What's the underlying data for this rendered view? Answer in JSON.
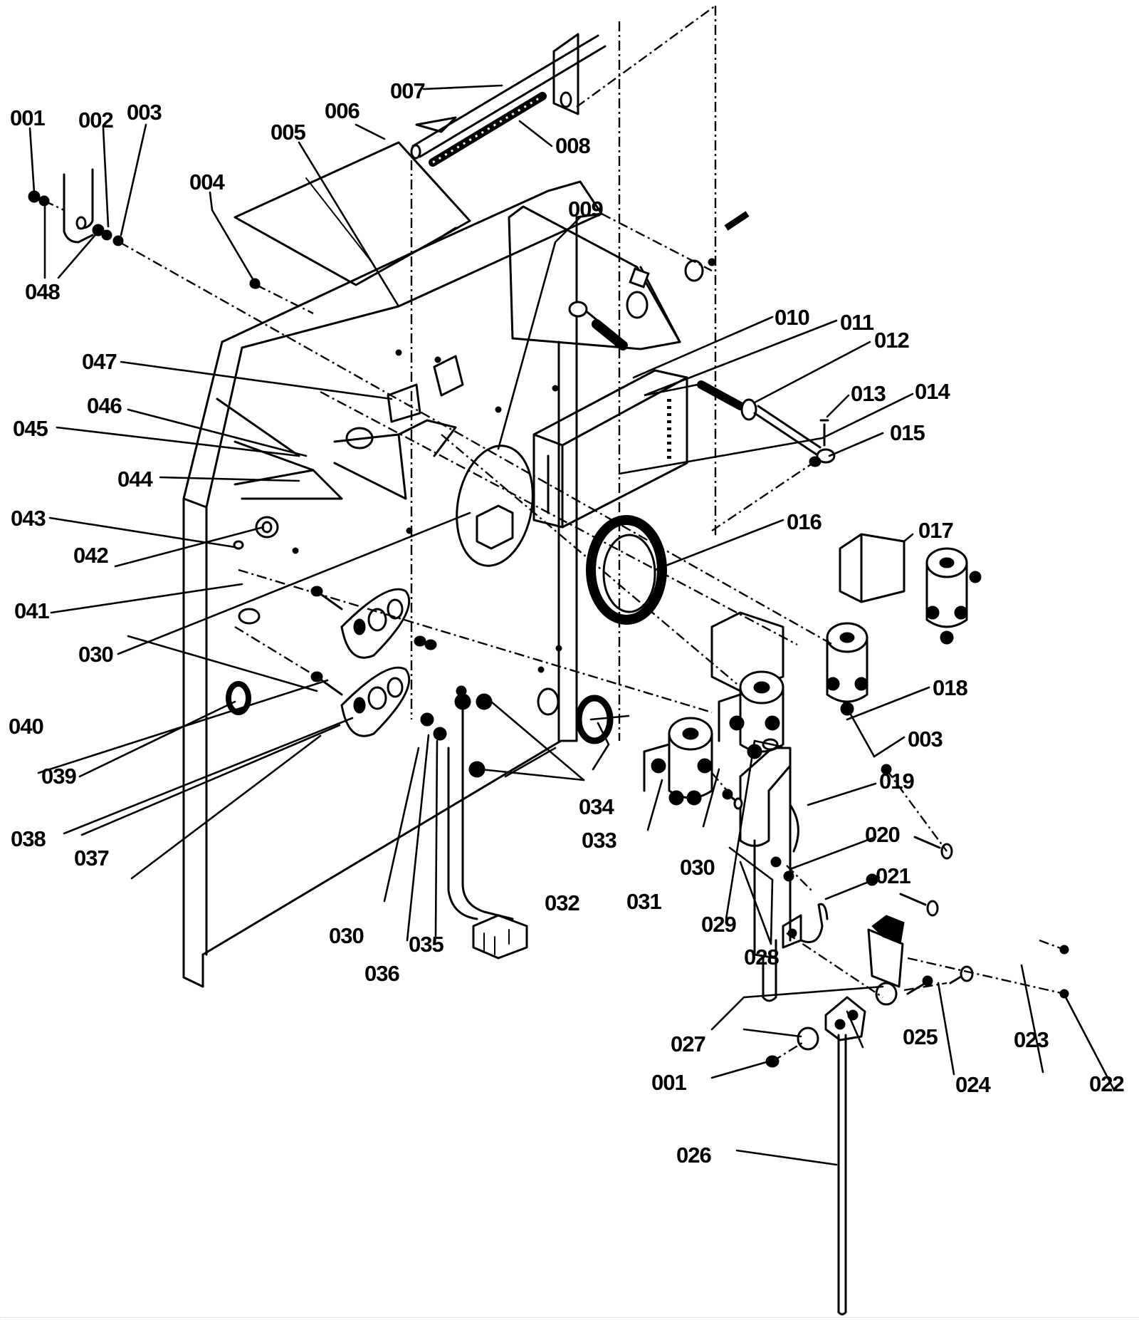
{
  "diagram": {
    "type": "exploded-parts-view",
    "callouts": [
      {
        "id": "c001a",
        "text": "001"
      },
      {
        "id": "c002",
        "text": "002"
      },
      {
        "id": "c003a",
        "text": "003"
      },
      {
        "id": "c004",
        "text": "004"
      },
      {
        "id": "c005",
        "text": "005"
      },
      {
        "id": "c006",
        "text": "006"
      },
      {
        "id": "c007",
        "text": "007"
      },
      {
        "id": "c008",
        "text": "008"
      },
      {
        "id": "c009",
        "text": "009"
      },
      {
        "id": "c010",
        "text": "010"
      },
      {
        "id": "c011",
        "text": "011"
      },
      {
        "id": "c012",
        "text": "012"
      },
      {
        "id": "c013",
        "text": "013"
      },
      {
        "id": "c014",
        "text": "014"
      },
      {
        "id": "c015",
        "text": "015"
      },
      {
        "id": "c016",
        "text": "016"
      },
      {
        "id": "c017",
        "text": "017"
      },
      {
        "id": "c018",
        "text": "018"
      },
      {
        "id": "c003b",
        "text": "003"
      },
      {
        "id": "c019",
        "text": "019"
      },
      {
        "id": "c020",
        "text": "020"
      },
      {
        "id": "c021",
        "text": "021"
      },
      {
        "id": "c022",
        "text": "022"
      },
      {
        "id": "c023",
        "text": "023"
      },
      {
        "id": "c024",
        "text": "024"
      },
      {
        "id": "c025",
        "text": "025"
      },
      {
        "id": "c026",
        "text": "026"
      },
      {
        "id": "c027",
        "text": "027"
      },
      {
        "id": "c001b",
        "text": "001"
      },
      {
        "id": "c028",
        "text": "028"
      },
      {
        "id": "c029",
        "text": "029"
      },
      {
        "id": "c030a",
        "text": "030"
      },
      {
        "id": "c031",
        "text": "031"
      },
      {
        "id": "c032",
        "text": "032"
      },
      {
        "id": "c033",
        "text": "033"
      },
      {
        "id": "c034",
        "text": "034"
      },
      {
        "id": "c035",
        "text": "035"
      },
      {
        "id": "c036",
        "text": "036"
      },
      {
        "id": "c030b",
        "text": "030"
      },
      {
        "id": "c037",
        "text": "037"
      },
      {
        "id": "c038",
        "text": "038"
      },
      {
        "id": "c039",
        "text": "039"
      },
      {
        "id": "c040",
        "text": "040"
      },
      {
        "id": "c030c",
        "text": "030"
      },
      {
        "id": "c041",
        "text": "041"
      },
      {
        "id": "c042",
        "text": "042"
      },
      {
        "id": "c043",
        "text": "043"
      },
      {
        "id": "c044",
        "text": "044"
      },
      {
        "id": "c045",
        "text": "045"
      },
      {
        "id": "c046",
        "text": "046"
      },
      {
        "id": "c047",
        "text": "047"
      },
      {
        "id": "c048",
        "text": "048"
      }
    ]
  }
}
